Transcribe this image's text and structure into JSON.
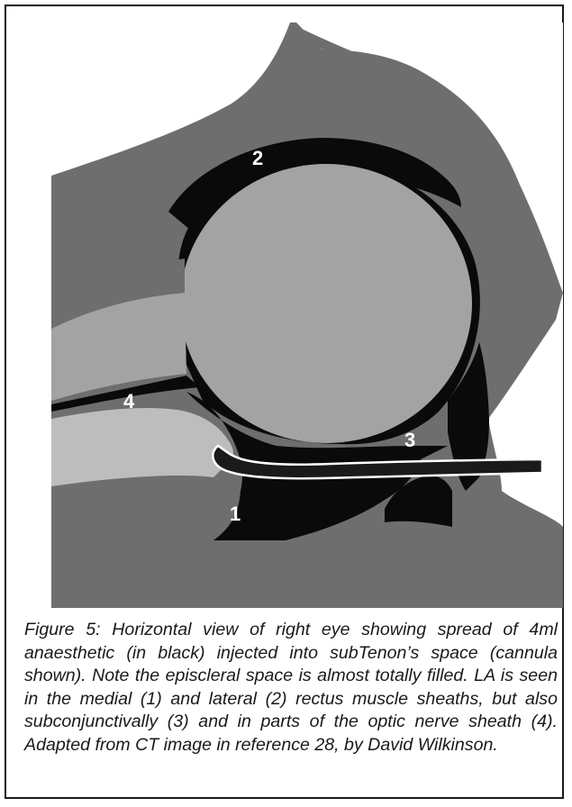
{
  "figure": {
    "labels": {
      "sheath_medial_rectus": "1",
      "sheath_lateral_rectus": "2",
      "subconjunctival": "3",
      "optic_nerve_sheath": "4"
    },
    "colors": {
      "background": "#ffffff",
      "dark_tissue": "#6e6e6e",
      "globe": "#a3a3a3",
      "light_tissue": "#bdbdbd",
      "anaesthetic": "#0a0a0a",
      "cannula": "#1a1a1a",
      "cannula_outline": "#ffffff"
    }
  },
  "caption": {
    "text": "Figure 5: Horizontal view of right eye showing spread of 4ml anaesthetic (in black) injected into subTenon’s space (cannula shown). Note the episcleral space is almost totally filled. LA is seen in the medial (1) and lateral (2) rectus muscle sheaths, but also subconjunctivally (3) and in parts of the optic nerve sheath (4). Adapted from CT image in reference 28, by David Wilkinson."
  }
}
